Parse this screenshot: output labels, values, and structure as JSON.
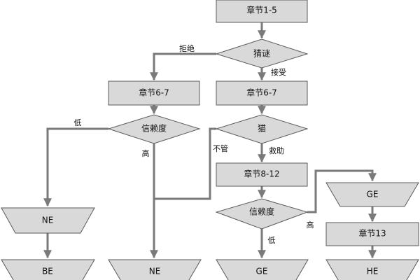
{
  "colors": {
    "node_fill": "#d9d9d9",
    "node_stroke": "#5a5a5a",
    "edge": "#7a7a7a",
    "text": "#111111"
  },
  "nodes": {
    "ch1_5": "章节1-5",
    "guess": "猜谜",
    "ch6_7_left": "章节6-7",
    "ch6_7_right": "章节6-7",
    "trust_left": "信赖度",
    "cat": "猫",
    "ch8_12": "章节8-12",
    "trust_right": "信赖度",
    "ne_mid": "NE",
    "ge_top": "GE",
    "ch13": "章节13",
    "be": "BE",
    "ne_bottom": "NE",
    "ge_bottom": "GE",
    "he": "HE"
  },
  "edge_labels": {
    "refuse": "拒绝",
    "accept": "接受",
    "low_left": "低",
    "high_left": "高",
    "ignore": "不管",
    "rescue": "救助",
    "low_right": "低",
    "high_right": "高"
  }
}
